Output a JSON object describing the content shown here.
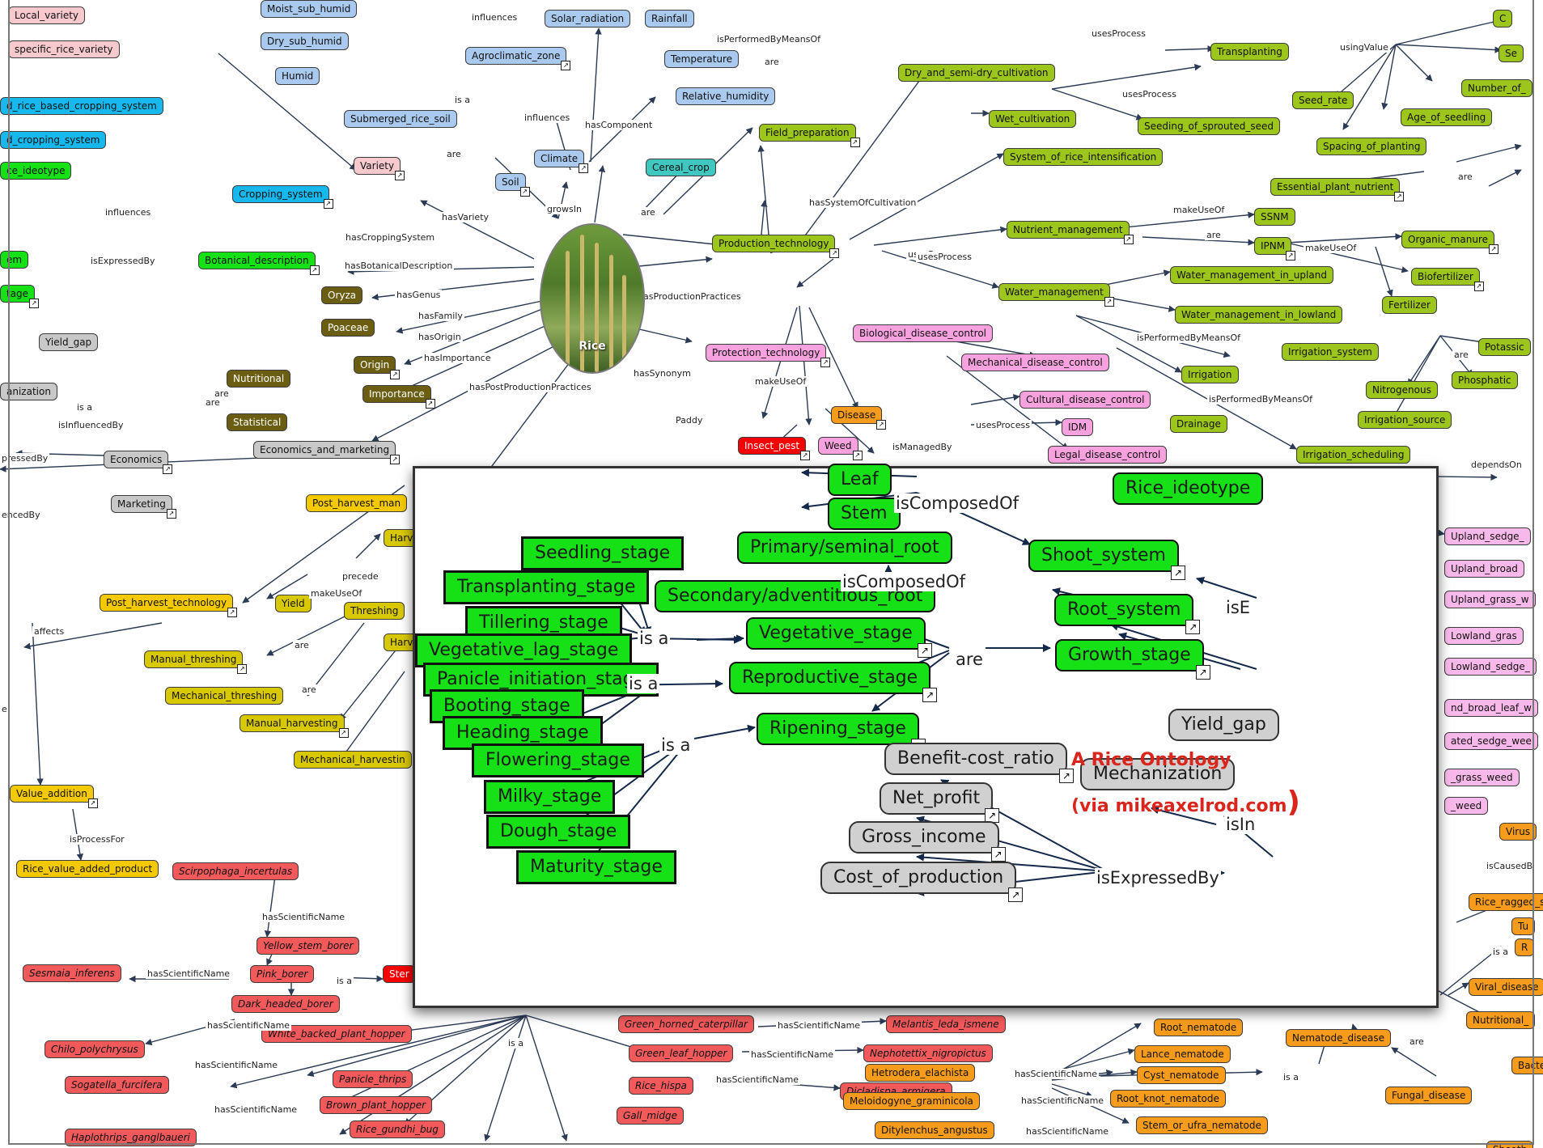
{
  "center": {
    "label": "Rice"
  },
  "credit": {
    "line1": "A Rice Ontology",
    "line2": "(via mikeaxelrod.com",
    "paren": ")"
  },
  "colors": {
    "blue": "#a9c9ee",
    "cyan": "#16b8ee",
    "green": "#9cc61b",
    "bright_green": "#16e016",
    "pink_light": "#f7c9cc",
    "pink": "#f7a2df",
    "olive": "#6b5e12",
    "gray": "#c8c8c8",
    "yellow": "#f5c900",
    "gold": "#d8c800",
    "orange": "#f79b1c",
    "red": "#f80000",
    "salmon": "#f2595b",
    "teal": "#40c8c0",
    "pink_box": "#f9b8ea"
  },
  "nodes": [
    {
      "text": "Local_variety",
      "c": "pink_light"
    },
    {
      "text": "specific_rice_variety",
      "c": "pink_light"
    },
    {
      "text": "Moist_sub_humid",
      "c": "blue"
    },
    {
      "text": "Dry_sub_humid",
      "c": "blue"
    },
    {
      "text": "Humid",
      "c": "blue"
    },
    {
      "text": "Submerged_rice_soil",
      "c": "blue"
    },
    {
      "text": "Solar_radiation",
      "c": "blue"
    },
    {
      "text": "Rainfall",
      "c": "blue"
    },
    {
      "text": "Agroclimatic_zone",
      "c": "blue",
      "ex": true
    },
    {
      "text": "Temperature",
      "c": "blue"
    },
    {
      "text": "Relative_humidity",
      "c": "blue"
    },
    {
      "text": "Climate",
      "c": "blue",
      "ex": true
    },
    {
      "text": "Soil",
      "c": "blue",
      "ex": true
    },
    {
      "text": "Cereal_crop",
      "c": "teal"
    },
    {
      "text": "d_rice_based_cropping_system",
      "c": "cyan"
    },
    {
      "text": "d_cropping_system",
      "c": "cyan"
    },
    {
      "text": "ce_ideotype",
      "c": "bright_green"
    },
    {
      "text": "Cropping_system",
      "c": "cyan",
      "ex": true
    },
    {
      "text": "Variety",
      "c": "pink_light",
      "ex": true
    },
    {
      "text": "Botanical_description",
      "c": "bright_green",
      "ex": true
    },
    {
      "text": "em",
      "c": "bright_green"
    },
    {
      "text": "tage",
      "c": "bright_green",
      "ex": true
    },
    {
      "text": "Oryza",
      "c": "olive"
    },
    {
      "text": "Poaceae",
      "c": "olive"
    },
    {
      "text": "Origin",
      "c": "olive",
      "ex": true
    },
    {
      "text": "Importance",
      "c": "olive",
      "ex": true
    },
    {
      "text": "Nutritional",
      "c": "olive"
    },
    {
      "text": "Statistical",
      "c": "olive"
    },
    {
      "text": "Yield_gap",
      "c": "gray"
    },
    {
      "text": "anization",
      "c": "gray"
    },
    {
      "text": "Economics",
      "c": "gray",
      "ex": true
    },
    {
      "text": "Marketing",
      "c": "gray",
      "ex": true
    },
    {
      "text": "Economics_and_marketing",
      "c": "gray",
      "ex": true
    },
    {
      "text": "Post_harvest_man",
      "c": "yellow"
    },
    {
      "text": "Harv",
      "c": "gold"
    },
    {
      "text": "Post_harvest_technology",
      "c": "yellow",
      "ex": true
    },
    {
      "text": "Yield",
      "c": "gold"
    },
    {
      "text": "Threshing",
      "c": "gold"
    },
    {
      "text": "Harv",
      "c": "gold"
    },
    {
      "text": "Manual_threshing",
      "c": "gold",
      "ex": true
    },
    {
      "text": "Mechanical_threshing",
      "c": "gold"
    },
    {
      "text": "Manual_harvesting",
      "c": "gold",
      "ex": true
    },
    {
      "text": "Mechanical_harvestin",
      "c": "gold"
    },
    {
      "text": "Value_addition",
      "c": "yellow",
      "ex": true
    },
    {
      "text": "Rice_value_added_product",
      "c": "yellow"
    },
    {
      "text": "Dry_and_semi-dry_cultivation",
      "c": "green"
    },
    {
      "text": "Field_preparation",
      "c": "green",
      "ex": true
    },
    {
      "text": "Transplanting",
      "c": "green"
    },
    {
      "text": "Wet_cultivation",
      "c": "green"
    },
    {
      "text": "Seed_rate",
      "c": "green"
    },
    {
      "text": "Seeding_of_sprouted_seed",
      "c": "green"
    },
    {
      "text": "Age_of_seedling",
      "c": "green"
    },
    {
      "text": "Number_of_",
      "c": "green"
    },
    {
      "text": "Spacing_of_planting",
      "c": "green"
    },
    {
      "text": "System_of_rice_intensification",
      "c": "green"
    },
    {
      "text": "Essential_plant_nutrient",
      "c": "green",
      "ex": true
    },
    {
      "text": "Production_technology",
      "c": "green",
      "ex": true
    },
    {
      "text": "Nutrient_management",
      "c": "green",
      "ex": true
    },
    {
      "text": "SSNM",
      "c": "green"
    },
    {
      "text": "IPNM",
      "c": "green",
      "ex": true
    },
    {
      "text": "Organic_manure",
      "c": "green",
      "ex": true
    },
    {
      "text": "Biofertilizer",
      "c": "green",
      "ex": true
    },
    {
      "text": "Fertilizer",
      "c": "green"
    },
    {
      "text": "Water_management",
      "c": "green",
      "ex": true
    },
    {
      "text": "Water_management_in_upland",
      "c": "green"
    },
    {
      "text": "Water_management_in_lowland",
      "c": "green"
    },
    {
      "text": "Irrigation_system",
      "c": "green"
    },
    {
      "text": "Potassic",
      "c": "green"
    },
    {
      "text": "Phosphatic",
      "c": "green"
    },
    {
      "text": "Nitrogenous",
      "c": "green"
    },
    {
      "text": "Irrigation",
      "c": "green"
    },
    {
      "text": "Irrigation_source",
      "c": "green"
    },
    {
      "text": "Drainage",
      "c": "green"
    },
    {
      "text": "Irrigation_scheduling",
      "c": "green"
    },
    {
      "text": "Biological_disease_control",
      "c": "pink"
    },
    {
      "text": "Protection_technology",
      "c": "pink",
      "ex": true
    },
    {
      "text": "Mechanical_disease_control",
      "c": "pink"
    },
    {
      "text": "Cultural_disease_control",
      "c": "pink"
    },
    {
      "text": "IDM",
      "c": "pink"
    },
    {
      "text": "Legal_disease_control",
      "c": "pink"
    },
    {
      "text": "Disease",
      "c": "orange",
      "ex": true
    },
    {
      "text": "Insect_pest",
      "c": "red",
      "ex": true
    },
    {
      "text": "Weed",
      "c": "pink",
      "ex": true
    },
    {
      "text": "Scirpophaga_incertulas",
      "c": "salmon"
    },
    {
      "text": "Yellow_stem_borer",
      "c": "salmon"
    },
    {
      "text": "Pink_borer",
      "c": "salmon"
    },
    {
      "text": "Sesmaia_inferens",
      "c": "salmon"
    },
    {
      "text": "Ster",
      "c": "red"
    },
    {
      "text": "Dark_headed_borer",
      "c": "salmon"
    },
    {
      "text": "Chilo_polychrysus",
      "c": "salmon"
    },
    {
      "text": "White_backed_plant_hopper",
      "c": "salmon"
    },
    {
      "text": "Sogatella_furcifera",
      "c": "salmon"
    },
    {
      "text": "Panicle_thrips",
      "c": "salmon"
    },
    {
      "text": "Brown_plant_hopper",
      "c": "salmon"
    },
    {
      "text": "Haplothrips_ganglbaueri",
      "c": "salmon"
    },
    {
      "text": "Rice_gundhi_bug",
      "c": "salmon"
    },
    {
      "text": "Green_horned_caterpillar",
      "c": "salmon"
    },
    {
      "text": "Melantis_leda_ismene",
      "c": "salmon"
    },
    {
      "text": "Green_leaf_hopper",
      "c": "salmon"
    },
    {
      "text": "Nephotettix_nigropictus",
      "c": "salmon"
    },
    {
      "text": "Rice_hispa",
      "c": "salmon"
    },
    {
      "text": "Dicladispa_armigera",
      "c": "salmon"
    },
    {
      "text": "Gall_midge",
      "c": "salmon"
    },
    {
      "text": "Hetrodera_elachista",
      "c": "orange"
    },
    {
      "text": "Meloidogyne_graminicola",
      "c": "orange"
    },
    {
      "text": "Ditylenchus_angustus",
      "c": "orange"
    },
    {
      "text": "Root_nematode",
      "c": "orange"
    },
    {
      "text": "Lance_nematode",
      "c": "orange"
    },
    {
      "text": "Cyst_nematode",
      "c": "orange"
    },
    {
      "text": "Root_knot_nematode",
      "c": "orange"
    },
    {
      "text": "Stem_or_ufra_nematode",
      "c": "orange"
    },
    {
      "text": "Nematode_disease",
      "c": "orange"
    },
    {
      "text": "Fungal_disease",
      "c": "orange"
    },
    {
      "text": "Bacterial_di",
      "c": "orange"
    },
    {
      "text": "Nutritional_",
      "c": "orange"
    },
    {
      "text": "Viral_disease",
      "c": "orange"
    },
    {
      "text": "Virus",
      "c": "orange"
    },
    {
      "text": "Rice_ragged_s",
      "c": "orange"
    },
    {
      "text": "Tu",
      "c": "orange"
    },
    {
      "text": "R",
      "c": "orange"
    },
    {
      "text": "Upland_sedge_",
      "c": "pink_box"
    },
    {
      "text": "Upland_broad",
      "c": "pink_box"
    },
    {
      "text": "Upland_grass_w",
      "c": "pink_box"
    },
    {
      "text": "Lowland_gras",
      "c": "pink_box"
    },
    {
      "text": "Lowland_sedge_",
      "c": "pink_box"
    },
    {
      "text": "nd_broad_leaf_w",
      "c": "pink_box"
    },
    {
      "text": "ated_sedge_wee",
      "c": "pink_box"
    },
    {
      "text": "_grass_weed",
      "c": "pink_box"
    },
    {
      "text": "_weed",
      "c": "pink_box"
    },
    {
      "text": "Sheath",
      "c": "orange"
    },
    {
      "text": "C",
      "c": "green"
    },
    {
      "text": "Se",
      "c": "green"
    }
  ],
  "edge_labels": [
    "influences",
    "isPerformedByMeansOf",
    "usesProcess",
    "are",
    "is a",
    "influences",
    "hasComponent",
    "usingValue",
    "usesProcess",
    "are",
    "growsIn",
    "are",
    "influences",
    "hasVariety",
    "isExpressedBy",
    "hasCroppingSystem",
    "hasBotanicalDescription",
    "hasSystemOfCultivation",
    "usesProcess",
    "makeUseOf",
    "are",
    "makeUseOf",
    "hasGenus",
    "hasFamily",
    "hasOrigin",
    "hasImportance",
    "hasProductionPractices",
    "usesProcess",
    "are",
    "is a",
    "isInfluencedBy",
    "are",
    "hasPostProductionPractices",
    "hasSynonym",
    "Paddy",
    "makeUseOf",
    "isPerformedByMeansOf",
    "isPerformedByMeansOf",
    "are",
    "usesProcess",
    "isManagedBy",
    "dependsOn",
    "makeUseOf",
    "precede",
    "affects",
    "are",
    "are",
    "isProcessFor",
    "hasScientificName",
    "hasScientificName",
    "is a",
    "hasScientificName",
    "hasScientificName",
    "hasScientificName",
    "is a",
    "hasScientificName",
    "hasScientificName",
    "hasScientificName",
    "hasScientificName",
    "hasScientificName",
    "hasScientificName",
    "is a",
    "are",
    "isCausedB",
    "is a",
    "pressedBy",
    "encedBy",
    "e",
    "are"
  ],
  "inset": {
    "nodes": [
      {
        "text": "Leaf"
      },
      {
        "text": "Stem"
      },
      {
        "text": "Rice_ideotype"
      },
      {
        "text": "Seedling_stage",
        "dark": true
      },
      {
        "text": "Primary/seminal_root"
      },
      {
        "text": "Shoot_system",
        "ex": true
      },
      {
        "text": "Transplanting_stage",
        "dark": true
      },
      {
        "text": "Secondary/adventitious_root"
      },
      {
        "text": "Root_system",
        "ex": true
      },
      {
        "text": "Tillering_stage",
        "dark": true
      },
      {
        "text": "Vegetative_lag_stage",
        "dark": true
      },
      {
        "text": "Vegetative_stage",
        "ex": true
      },
      {
        "text": "Growth_stage",
        "ex": true
      },
      {
        "text": "Panicle_initiation_stage",
        "dark": true
      },
      {
        "text": "Reproductive_stage",
        "ex": true
      },
      {
        "text": "Booting_stage",
        "dark": true
      },
      {
        "text": "Heading_stage",
        "dark": true
      },
      {
        "text": "Ripening_stage",
        "ex": true
      },
      {
        "text": "Yield_gap",
        "gray": true
      },
      {
        "text": "Flowering_stage",
        "dark": true
      },
      {
        "text": "Benefit-cost_ratio",
        "gray": true,
        "ex": true
      },
      {
        "text": "Mechanization",
        "gray": true
      },
      {
        "text": "Milky_stage",
        "dark": true
      },
      {
        "text": "Net_profit",
        "gray": true,
        "ex": true
      },
      {
        "text": "Dough_stage",
        "dark": true
      },
      {
        "text": "Gross_income",
        "gray": true,
        "ex": true
      },
      {
        "text": "Maturity_stage",
        "dark": true
      },
      {
        "text": "Cost_of_production",
        "gray": true,
        "ex": true
      }
    ],
    "edge_labels": [
      "isComposedOf",
      "isComposedOf",
      "is a",
      "are",
      "is a",
      "is a",
      "isExpressedBy",
      "isE",
      "isIn"
    ]
  }
}
